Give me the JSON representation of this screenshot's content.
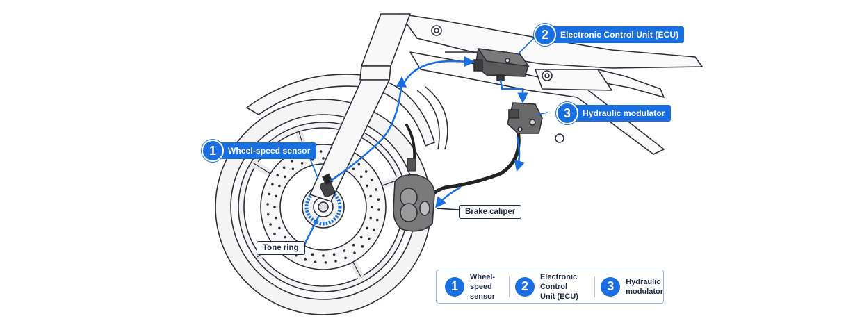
{
  "callouts": {
    "wheel_speed": {
      "number": "1",
      "label": "Wheel-speed sensor"
    },
    "ecu": {
      "number": "2",
      "label": "Electronic Control Unit (ECU)"
    },
    "modulator": {
      "number": "3",
      "label": "Hydraulic modulator"
    }
  },
  "labels": {
    "tone_ring": "Tone ring",
    "brake_caliper": "Brake caliper"
  },
  "legend": [
    {
      "number": "1",
      "text": "Wheel-speed\nsensor"
    },
    {
      "number": "2",
      "text": "Electronic Control\nUnit (ECU)"
    },
    {
      "number": "3",
      "text": "Hydraulic\nmodulator"
    }
  ],
  "colors": {
    "accent": "#1a6fe0",
    "outline": "#2b2f38",
    "label_border": "#1f2a44"
  }
}
